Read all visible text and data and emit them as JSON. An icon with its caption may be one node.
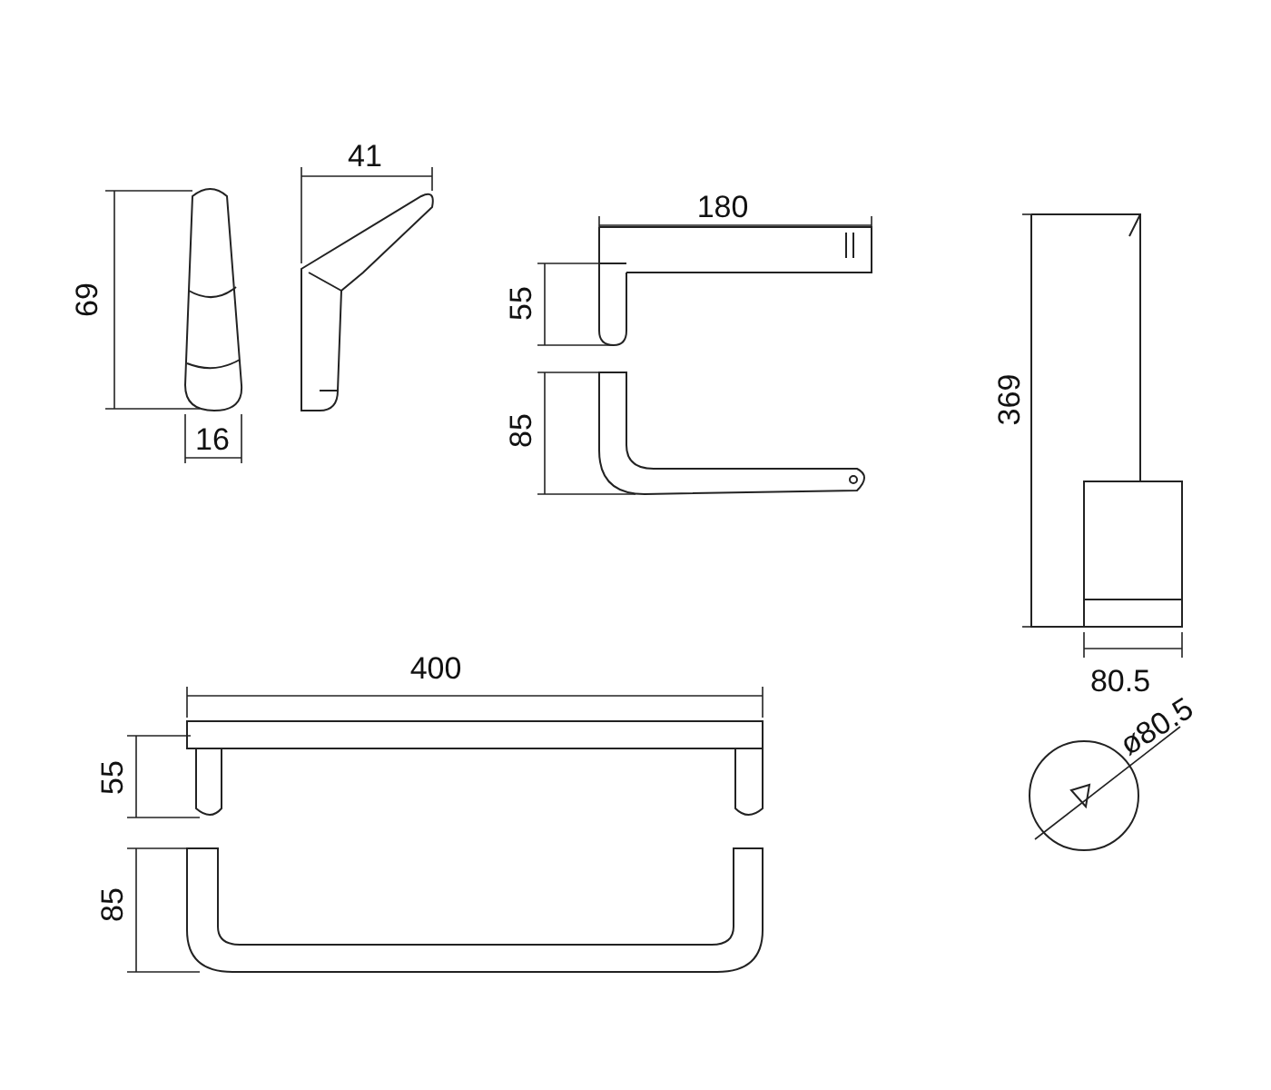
{
  "diagram": {
    "labels": [
      "69",
      "16",
      "41",
      "180",
      "55",
      "85",
      "369",
      "80.5",
      "400",
      "55",
      "85",
      "ø80.5"
    ]
  }
}
